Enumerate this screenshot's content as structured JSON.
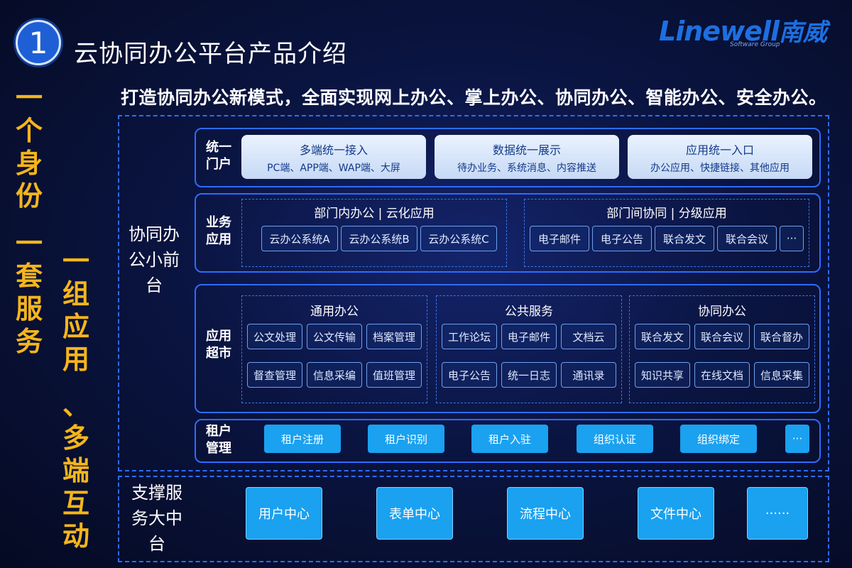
{
  "header": {
    "number": "1",
    "title": "云协同办公平台产品介绍",
    "brand": "Linewell",
    "brand_cn": "南威",
    "brand_sub": "Software Group",
    "subtitle": "打造协同办公新模式，全面实现网上办公、掌上办公、协同办公、智能办公、安全办公。"
  },
  "slogans": {
    "a": "一个身份",
    "b": "一套服务",
    "c": "一组应用",
    "d": "、多端互动"
  },
  "front": {
    "label": "协同办公小前台",
    "portal": {
      "label": "统一门户",
      "cards": [
        {
          "title": "多端统一接入",
          "sub": "PC端、APP端、WAP端、大屏"
        },
        {
          "title": "数据统一展示",
          "sub": "待办业务、系统消息、内容推送"
        },
        {
          "title": "应用统一入口",
          "sub": "办公应用、快捷链接、其他应用"
        }
      ]
    },
    "business": {
      "label": "业务应用",
      "groups": [
        {
          "title": "部门内办公 | 云化应用",
          "items": [
            "云办公系统A",
            "云办公系统B",
            "云办公系统C"
          ]
        },
        {
          "title": "部门间协同 | 分级应用",
          "items": [
            "电子邮件",
            "电子公告",
            "联合发文",
            "联合会议",
            "···"
          ]
        }
      ]
    },
    "market": {
      "label": "应用超市",
      "groups": [
        {
          "title": "通用办公",
          "items": [
            "公文处理",
            "公文传输",
            "档案管理",
            "督查管理",
            "信息采编",
            "值班管理"
          ]
        },
        {
          "title": "公共服务",
          "items": [
            "工作论坛",
            "电子邮件",
            "文档云",
            "电子公告",
            "统一日志",
            "通讯录"
          ]
        },
        {
          "title": "协同办公",
          "items": [
            "联合发文",
            "联合会议",
            "联合督办",
            "知识共享",
            "在线文档",
            "信息采集"
          ]
        }
      ]
    },
    "tenant": {
      "label": "租户管理",
      "items": [
        "租户注册",
        "租户识别",
        "租户入驻",
        "组织认证",
        "组织绑定",
        "···"
      ]
    }
  },
  "support": {
    "label": "支撑服务大中台",
    "items": [
      "用户中心",
      "表单中心",
      "流程中心",
      "文件中心",
      "······"
    ]
  },
  "colors": {
    "accent": "#2e6bff",
    "slogan": "#f5b51b",
    "button": "#1aa1f0"
  }
}
